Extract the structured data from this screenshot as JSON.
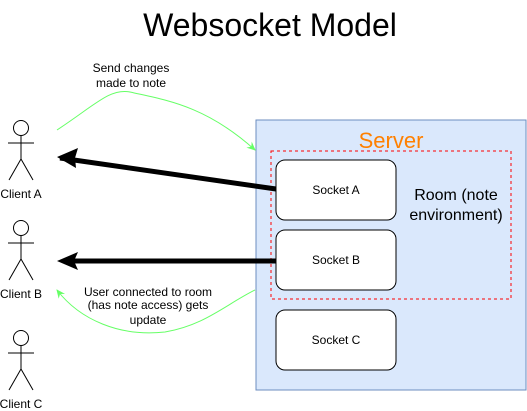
{
  "title": "Websocket Model",
  "server_label": "Server",
  "room_label_line1": "Room (note",
  "room_label_line2": "environment)",
  "sockets": [
    "Socket A",
    "Socket B",
    "Socket C"
  ],
  "clients": [
    "Client A",
    "Client B",
    "Client C"
  ],
  "send_note_line1": "Send changes",
  "send_note_line2": "made to  note",
  "update_note_line1": "User connected to room",
  "update_note_line2": "(has note access) gets",
  "update_note_line3": "update",
  "colors": {
    "server_fill": "#dae8fc",
    "server_stroke": "#6c8ebf",
    "server_label": "#ff8000",
    "room_border": "#ff0000",
    "green_arrow": "#66ff66",
    "black": "#000000"
  }
}
